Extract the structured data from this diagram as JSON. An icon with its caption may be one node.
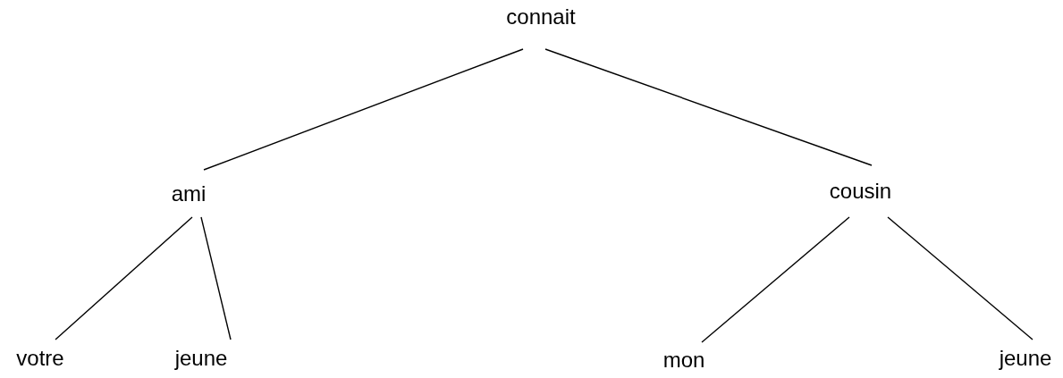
{
  "diagram": {
    "nodes": [
      {
        "text": [
          "connait"
        ]
      },
      {
        "text": [
          "ami"
        ]
      },
      {
        "text": [
          "cousin"
        ]
      },
      {
        "text": [
          "votre"
        ]
      },
      {
        "text": [
          "jeune"
        ]
      },
      {
        "text": [
          "mon"
        ]
      },
      {
        "text": [
          "jeune"
        ]
      }
    ],
    "edges": [
      {
        "from": 0,
        "to": 1,
        "arrow": "none"
      },
      {
        "from": 0,
        "to": 2,
        "arrow": "none"
      },
      {
        "from": 1,
        "to": 3,
        "arrow": "none"
      },
      {
        "from": 1,
        "to": 4,
        "arrow": "none"
      },
      {
        "from": 2,
        "to": 5,
        "arrow": "none"
      },
      {
        "from": 2,
        "to": 6,
        "arrow": "none"
      }
    ]
  }
}
